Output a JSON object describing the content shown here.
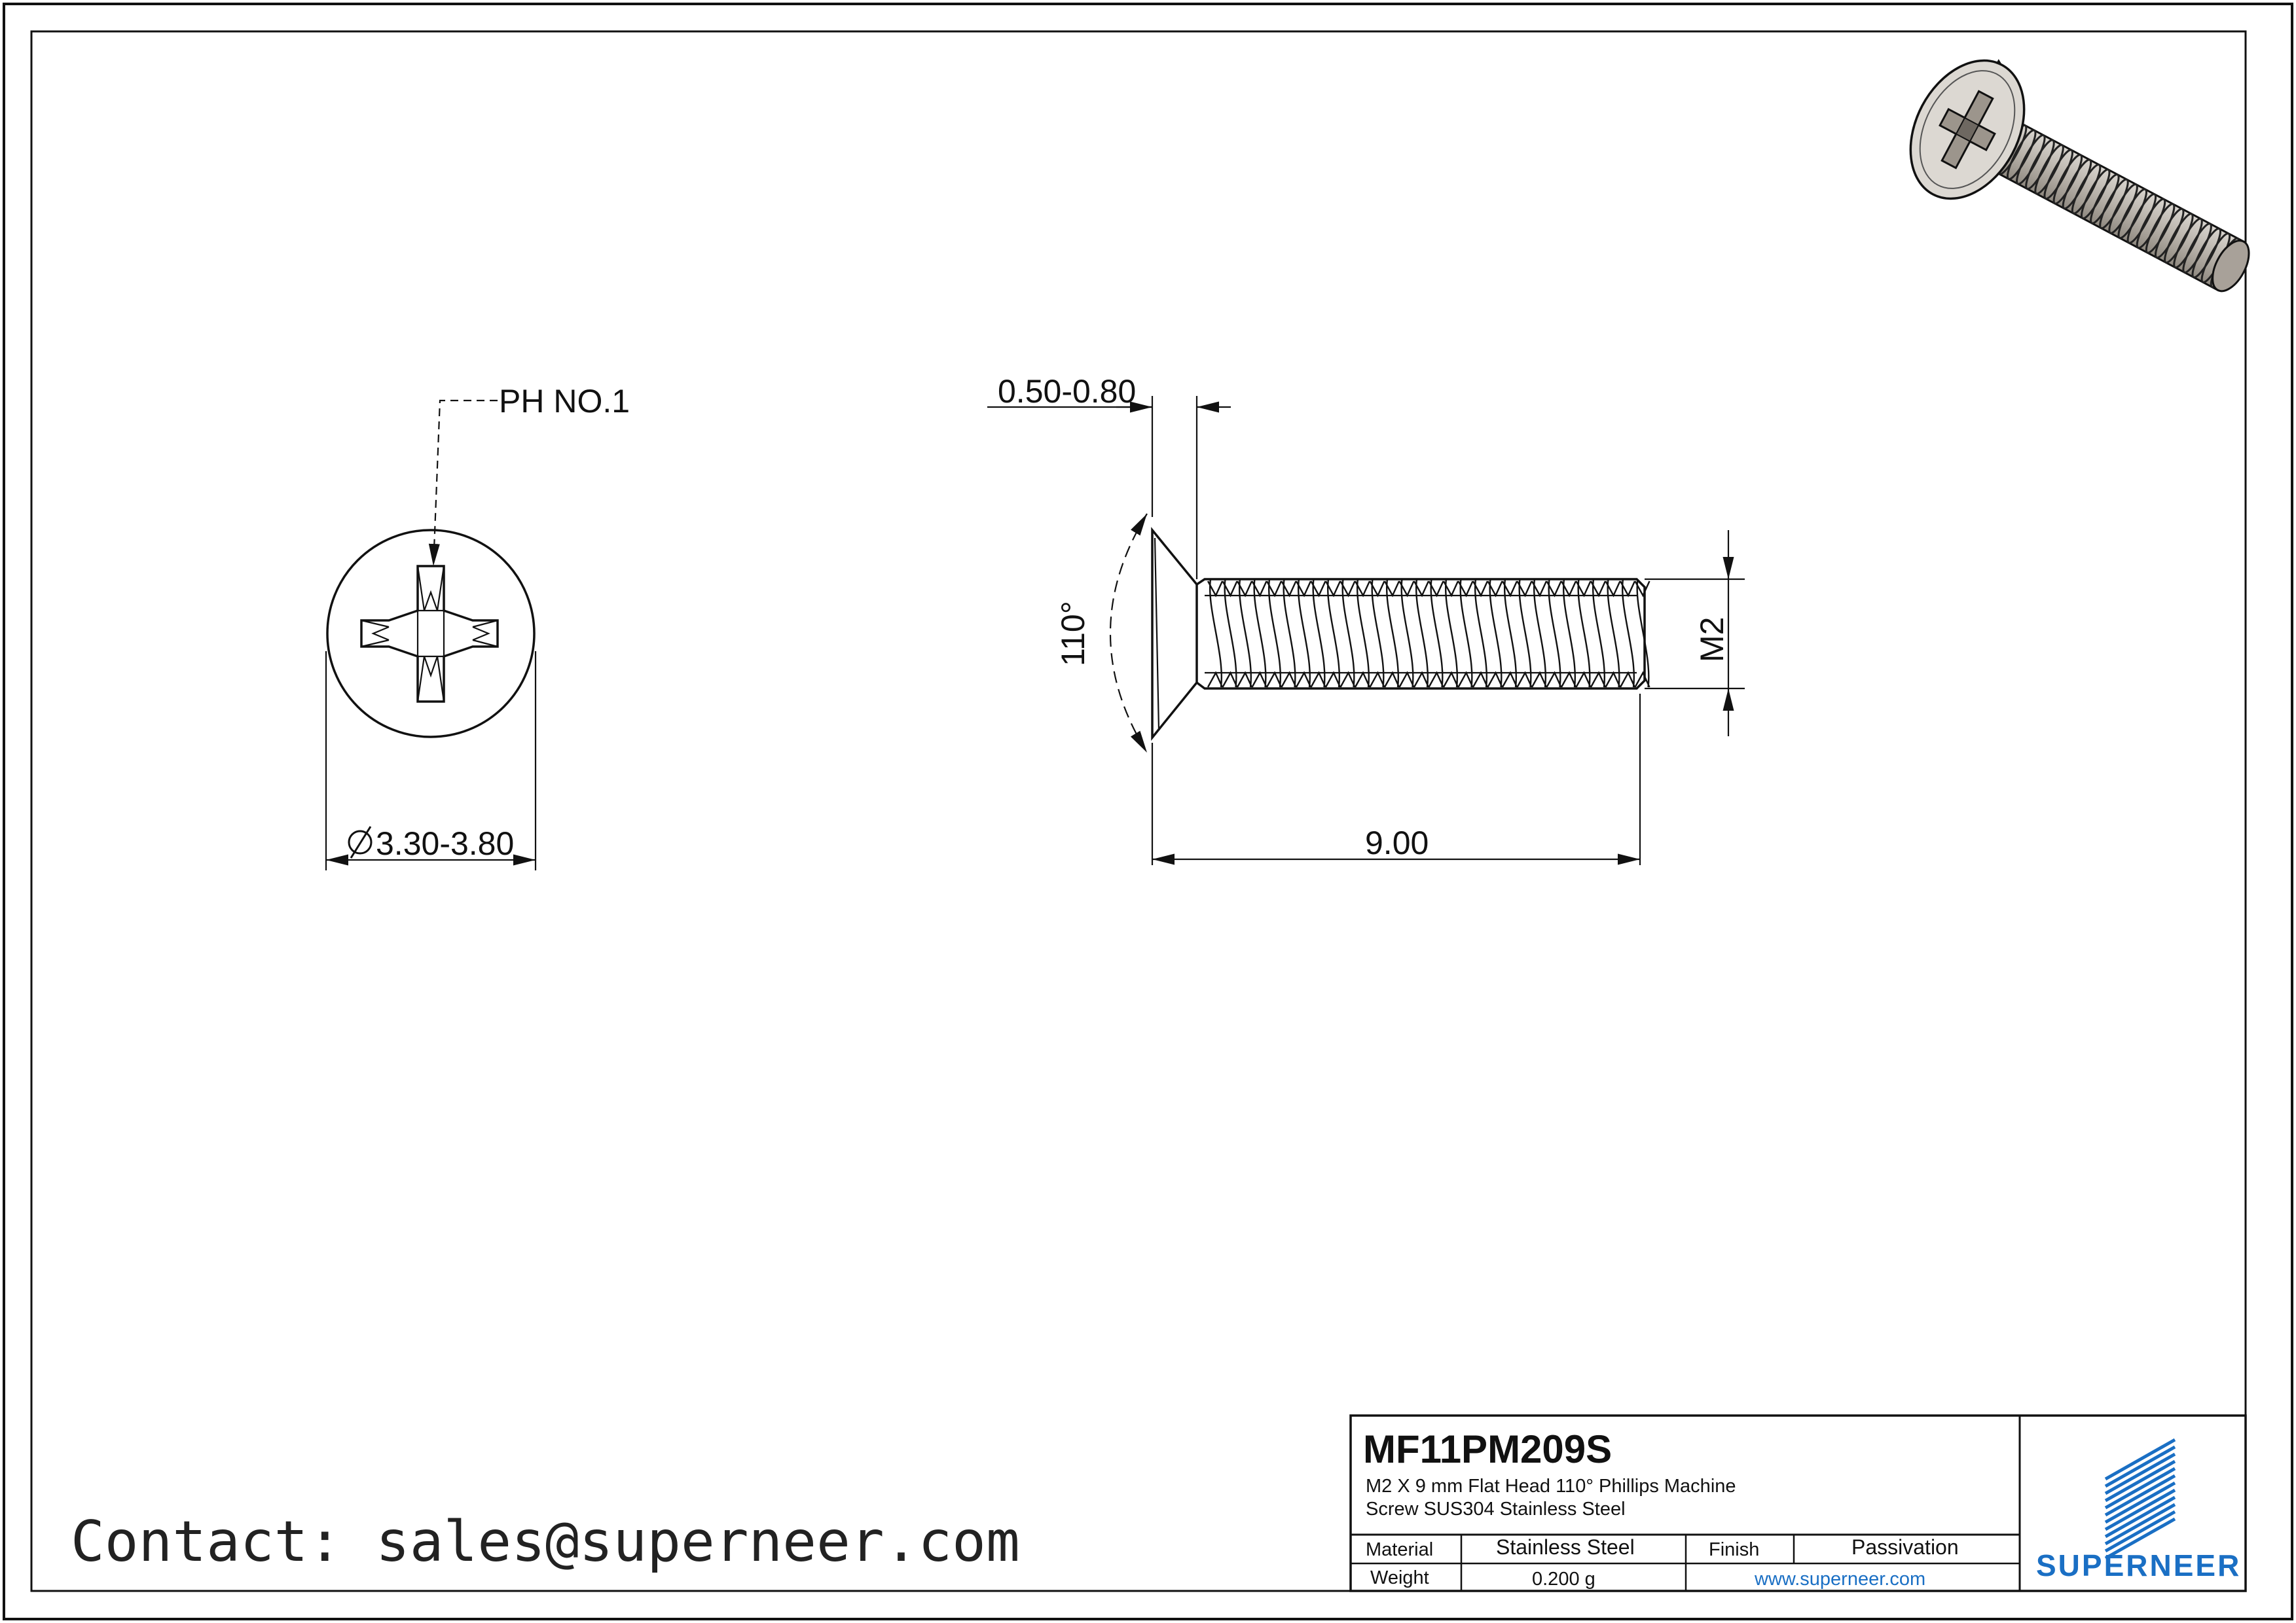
{
  "callouts": {
    "drive": "PH NO.1",
    "head_height": "0.50-0.80",
    "angle": "110°",
    "thread": "M2",
    "head_diameter": "3.30-3.80",
    "length": "9.00"
  },
  "title_block": {
    "part_number": "MF11PM209S",
    "description_line1": "M2 X 9 mm  Flat Head 110° Phillips Machine",
    "description_line2": "Screw SUS304 Stainless Steel",
    "material_label": "Material",
    "material_value": "Stainless Steel",
    "finish_label": "Finish",
    "finish_value": "Passivation",
    "weight_label": "Weight",
    "weight_value": "0.200 g",
    "website": "www.superneer.com",
    "brand": "SUPERNEER",
    "brand_color": "#1a6fc4"
  },
  "contact": "Contact: sales@superneer.com",
  "icons": {
    "diameter_symbol": "diameter-icon",
    "logo": "superneer-logo-icon"
  }
}
